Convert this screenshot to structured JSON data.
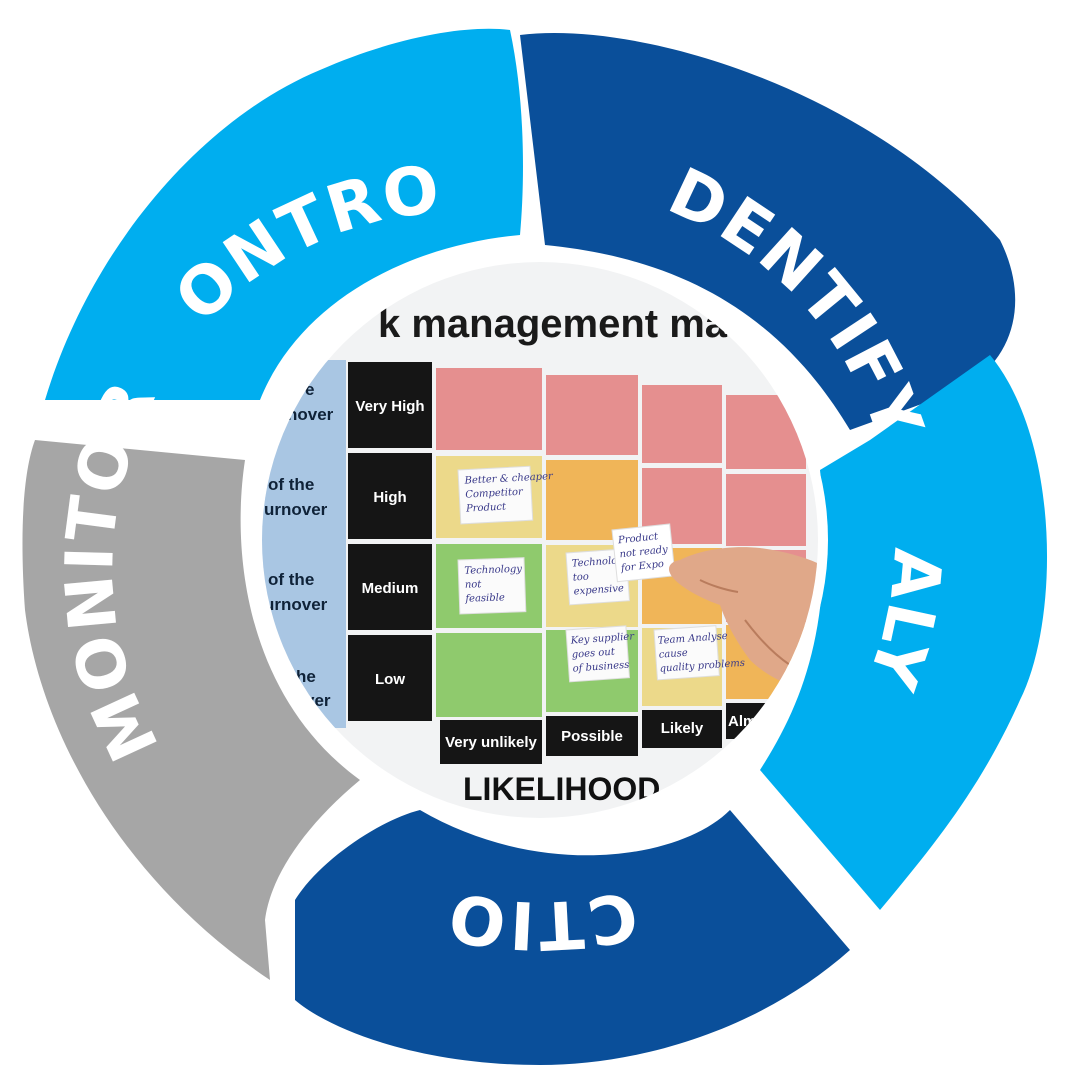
{
  "cycle": {
    "segments": [
      {
        "label": "IDENTIFY",
        "color": "#0a4f9a"
      },
      {
        "label": "ANALYSE",
        "color": "#00aeef"
      },
      {
        "label": "ACTION",
        "color": "#0a4f9a"
      },
      {
        "label": "MONITOR",
        "color": "#a6a6a6"
      },
      {
        "label": "CONTROL",
        "color": "#00aeef"
      }
    ]
  },
  "photo": {
    "title": "k management matrix",
    "impact_levels": [
      "Very High",
      "High",
      "Medium",
      "Low"
    ],
    "side_labels": [
      "e",
      "nover",
      "of the",
      "urnover",
      "of the",
      "urnover",
      "he",
      "ver"
    ],
    "likelihood_levels": [
      "Very unlikely",
      "Possible",
      "Likely",
      "Almost Certa"
    ],
    "axis_title": "LIKELIHOOD",
    "notes": [
      {
        "lines": [
          "Better & cheaper",
          "Competitor",
          "Product"
        ]
      },
      {
        "lines": [
          "Technology",
          "not",
          "feasible"
        ]
      },
      {
        "lines": [
          "Technology",
          "too",
          "expensive"
        ]
      },
      {
        "lines": [
          "Product",
          "not ready",
          "for Expo"
        ]
      },
      {
        "lines": [
          "Key supplier",
          "goes out",
          "of business"
        ]
      },
      {
        "lines": [
          "Team Analyse",
          "cause",
          "quality problems"
        ]
      }
    ],
    "colors": {
      "red": "#e58f8f",
      "yellow": "#ecd98a",
      "orange": "#f0b558",
      "green": "#8fca6d",
      "label_bg": "#151515",
      "side_bg": "#a9c6e3"
    }
  }
}
